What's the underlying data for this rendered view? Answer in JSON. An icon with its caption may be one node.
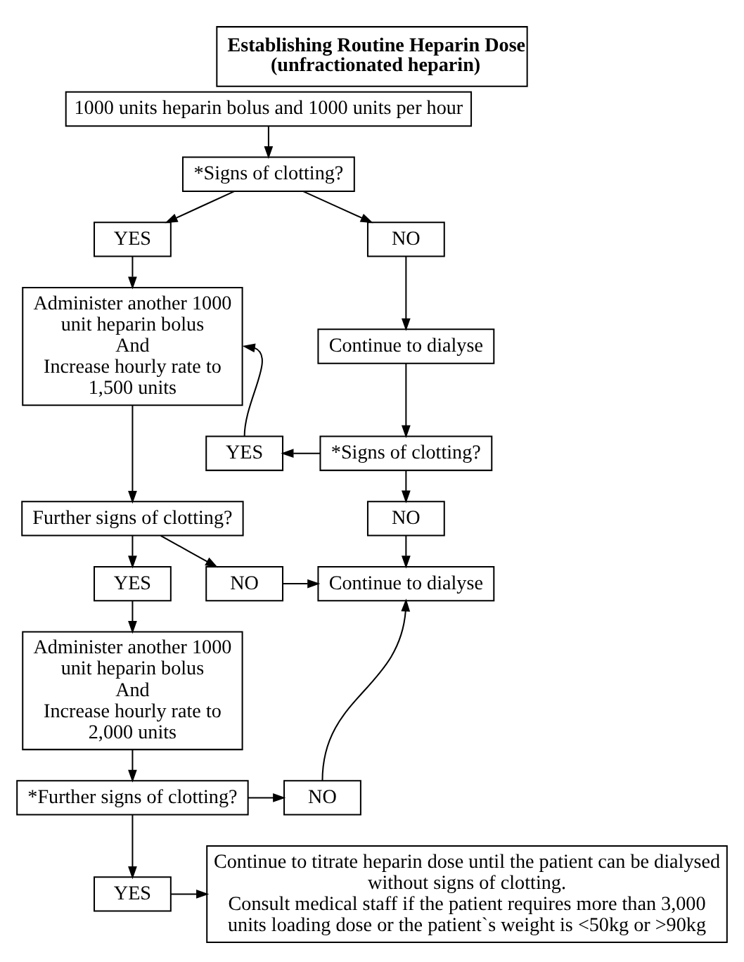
{
  "diagram": {
    "title": "Establishing Routine Heparin Dose (unfractionated heparin)",
    "nodes": [
      {
        "text": [
          "1000 units heparin bolus and 1000 units per hour"
        ]
      },
      {
        "text": [
          "*Signs of clotting?"
        ]
      },
      {
        "text": [
          "YES"
        ]
      },
      {
        "text": [
          "NO"
        ]
      },
      {
        "text": [
          "Administer another 1000 unit heparin bolus",
          "And",
          "Increase hourly rate to 1,500 units"
        ]
      },
      {
        "text": [
          "Continue to dialyse"
        ]
      },
      {
        "text": [
          "*Signs of clotting?"
        ]
      },
      {
        "text": [
          "YES"
        ]
      },
      {
        "text": [
          "NO"
        ]
      },
      {
        "text": [
          "Further signs of clotting?"
        ]
      },
      {
        "text": [
          "YES"
        ]
      },
      {
        "text": [
          "NO"
        ]
      },
      {
        "text": [
          "Continue to dialyse"
        ]
      },
      {
        "text": [
          "Administer another 1000 unit heparin bolus",
          "And",
          "Increase hourly rate to 2,000 units"
        ]
      },
      {
        "text": [
          "*Further signs of clotting?"
        ]
      },
      {
        "text": [
          "NO"
        ]
      },
      {
        "text": [
          "YES"
        ]
      },
      {
        "text": [
          "Continue to titrate heparin dose until the patient can be dialysed without signs of clotting.",
          "Consult medical staff if the patient requires more than 3,000 units loading dose or the patient`s weight is <50kg or >90kg"
        ]
      }
    ],
    "edges": [
      {
        "from": 0,
        "to": 1,
        "arrow": "to"
      },
      {
        "from": 1,
        "to": 2,
        "arrow": "to"
      },
      {
        "from": 1,
        "to": 3,
        "arrow": "to"
      },
      {
        "from": 2,
        "to": 4,
        "arrow": "to"
      },
      {
        "from": 3,
        "to": 5,
        "arrow": "to"
      },
      {
        "from": 5,
        "to": 6,
        "arrow": "to"
      },
      {
        "from": 6,
        "to": 7,
        "arrow": "to"
      },
      {
        "from": 7,
        "to": 4,
        "arrow": "to"
      },
      {
        "from": 6,
        "to": 8,
        "arrow": "to"
      },
      {
        "from": 8,
        "to": 12,
        "arrow": "to"
      },
      {
        "from": 4,
        "to": 9,
        "arrow": "to"
      },
      {
        "from": 9,
        "to": 10,
        "arrow": "to"
      },
      {
        "from": 9,
        "to": 11,
        "arrow": "to"
      },
      {
        "from": 11,
        "to": 12,
        "arrow": "to"
      },
      {
        "from": 10,
        "to": 13,
        "arrow": "to"
      },
      {
        "from": 13,
        "to": 14,
        "arrow": "to"
      },
      {
        "from": 14,
        "to": 15,
        "arrow": "to"
      },
      {
        "from": 15,
        "to": 12,
        "arrow": "to"
      },
      {
        "from": 14,
        "to": 16,
        "arrow": "to"
      },
      {
        "from": 16,
        "to": 17,
        "arrow": "to"
      }
    ]
  }
}
